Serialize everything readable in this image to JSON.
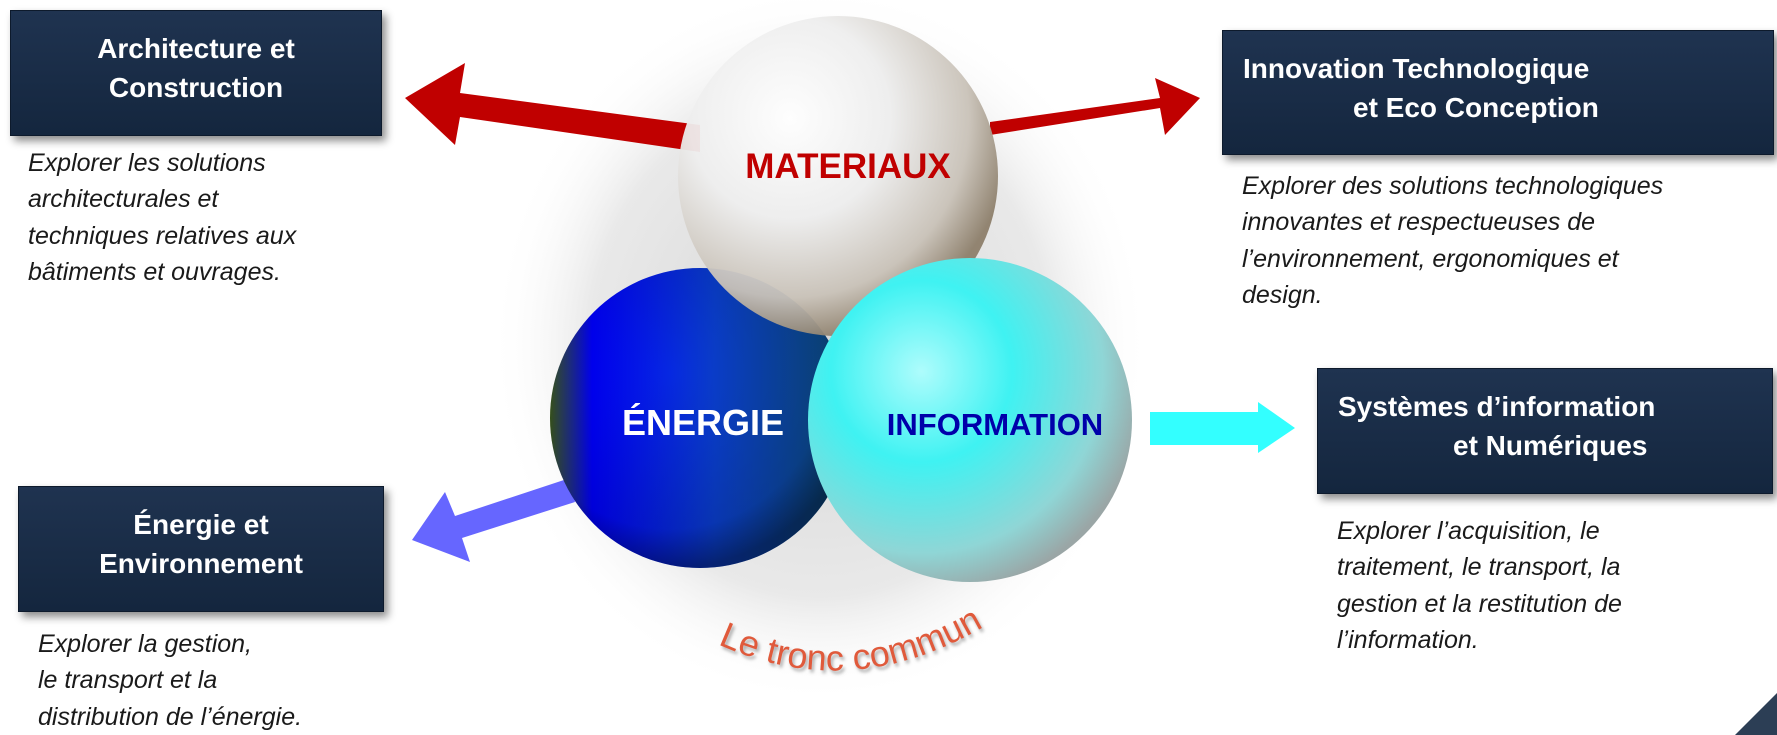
{
  "boxes": {
    "architecture": {
      "line1": "Architecture et",
      "line2": "Construction"
    },
    "innovation": {
      "line1": "Innovation Technologique",
      "line2": "et Eco Conception"
    },
    "energie": {
      "line1": "Énergie et",
      "line2": "Environnement"
    },
    "systemes": {
      "line1": "Systèmes d’information",
      "line2": "et Numériques"
    }
  },
  "descriptions": {
    "architecture": [
      "Explorer les solutions",
      "architecturales et",
      "techniques relatives aux",
      "bâtiments et ouvrages."
    ],
    "innovation": [
      "Explorer des solutions technologiques",
      "innovantes et respectueuses de",
      "l’environnement, ergonomiques et",
      "design."
    ],
    "energie": [
      "Explorer la gestion,",
      "le transport et la",
      "distribution de l’énergie."
    ],
    "systemes": [
      "Explorer l’acquisition, le",
      "traitement, le transport, la",
      "gestion et la restitution de",
      "l’information."
    ]
  },
  "spheres": {
    "materiaux": "MATERIAUX",
    "energie": "ÉNERGIE",
    "information": "INFORMATION"
  },
  "footer_label": "Le tronc commun",
  "colors": {
    "box_bg": "#1c2f4a",
    "arrow_red": "#c00000",
    "arrow_cyan": "#33ffff",
    "arrow_blue": "#6666ff",
    "materiaux_text": "#c00000",
    "information_text": "#0000aa",
    "footer_text": "#e05a3a"
  }
}
